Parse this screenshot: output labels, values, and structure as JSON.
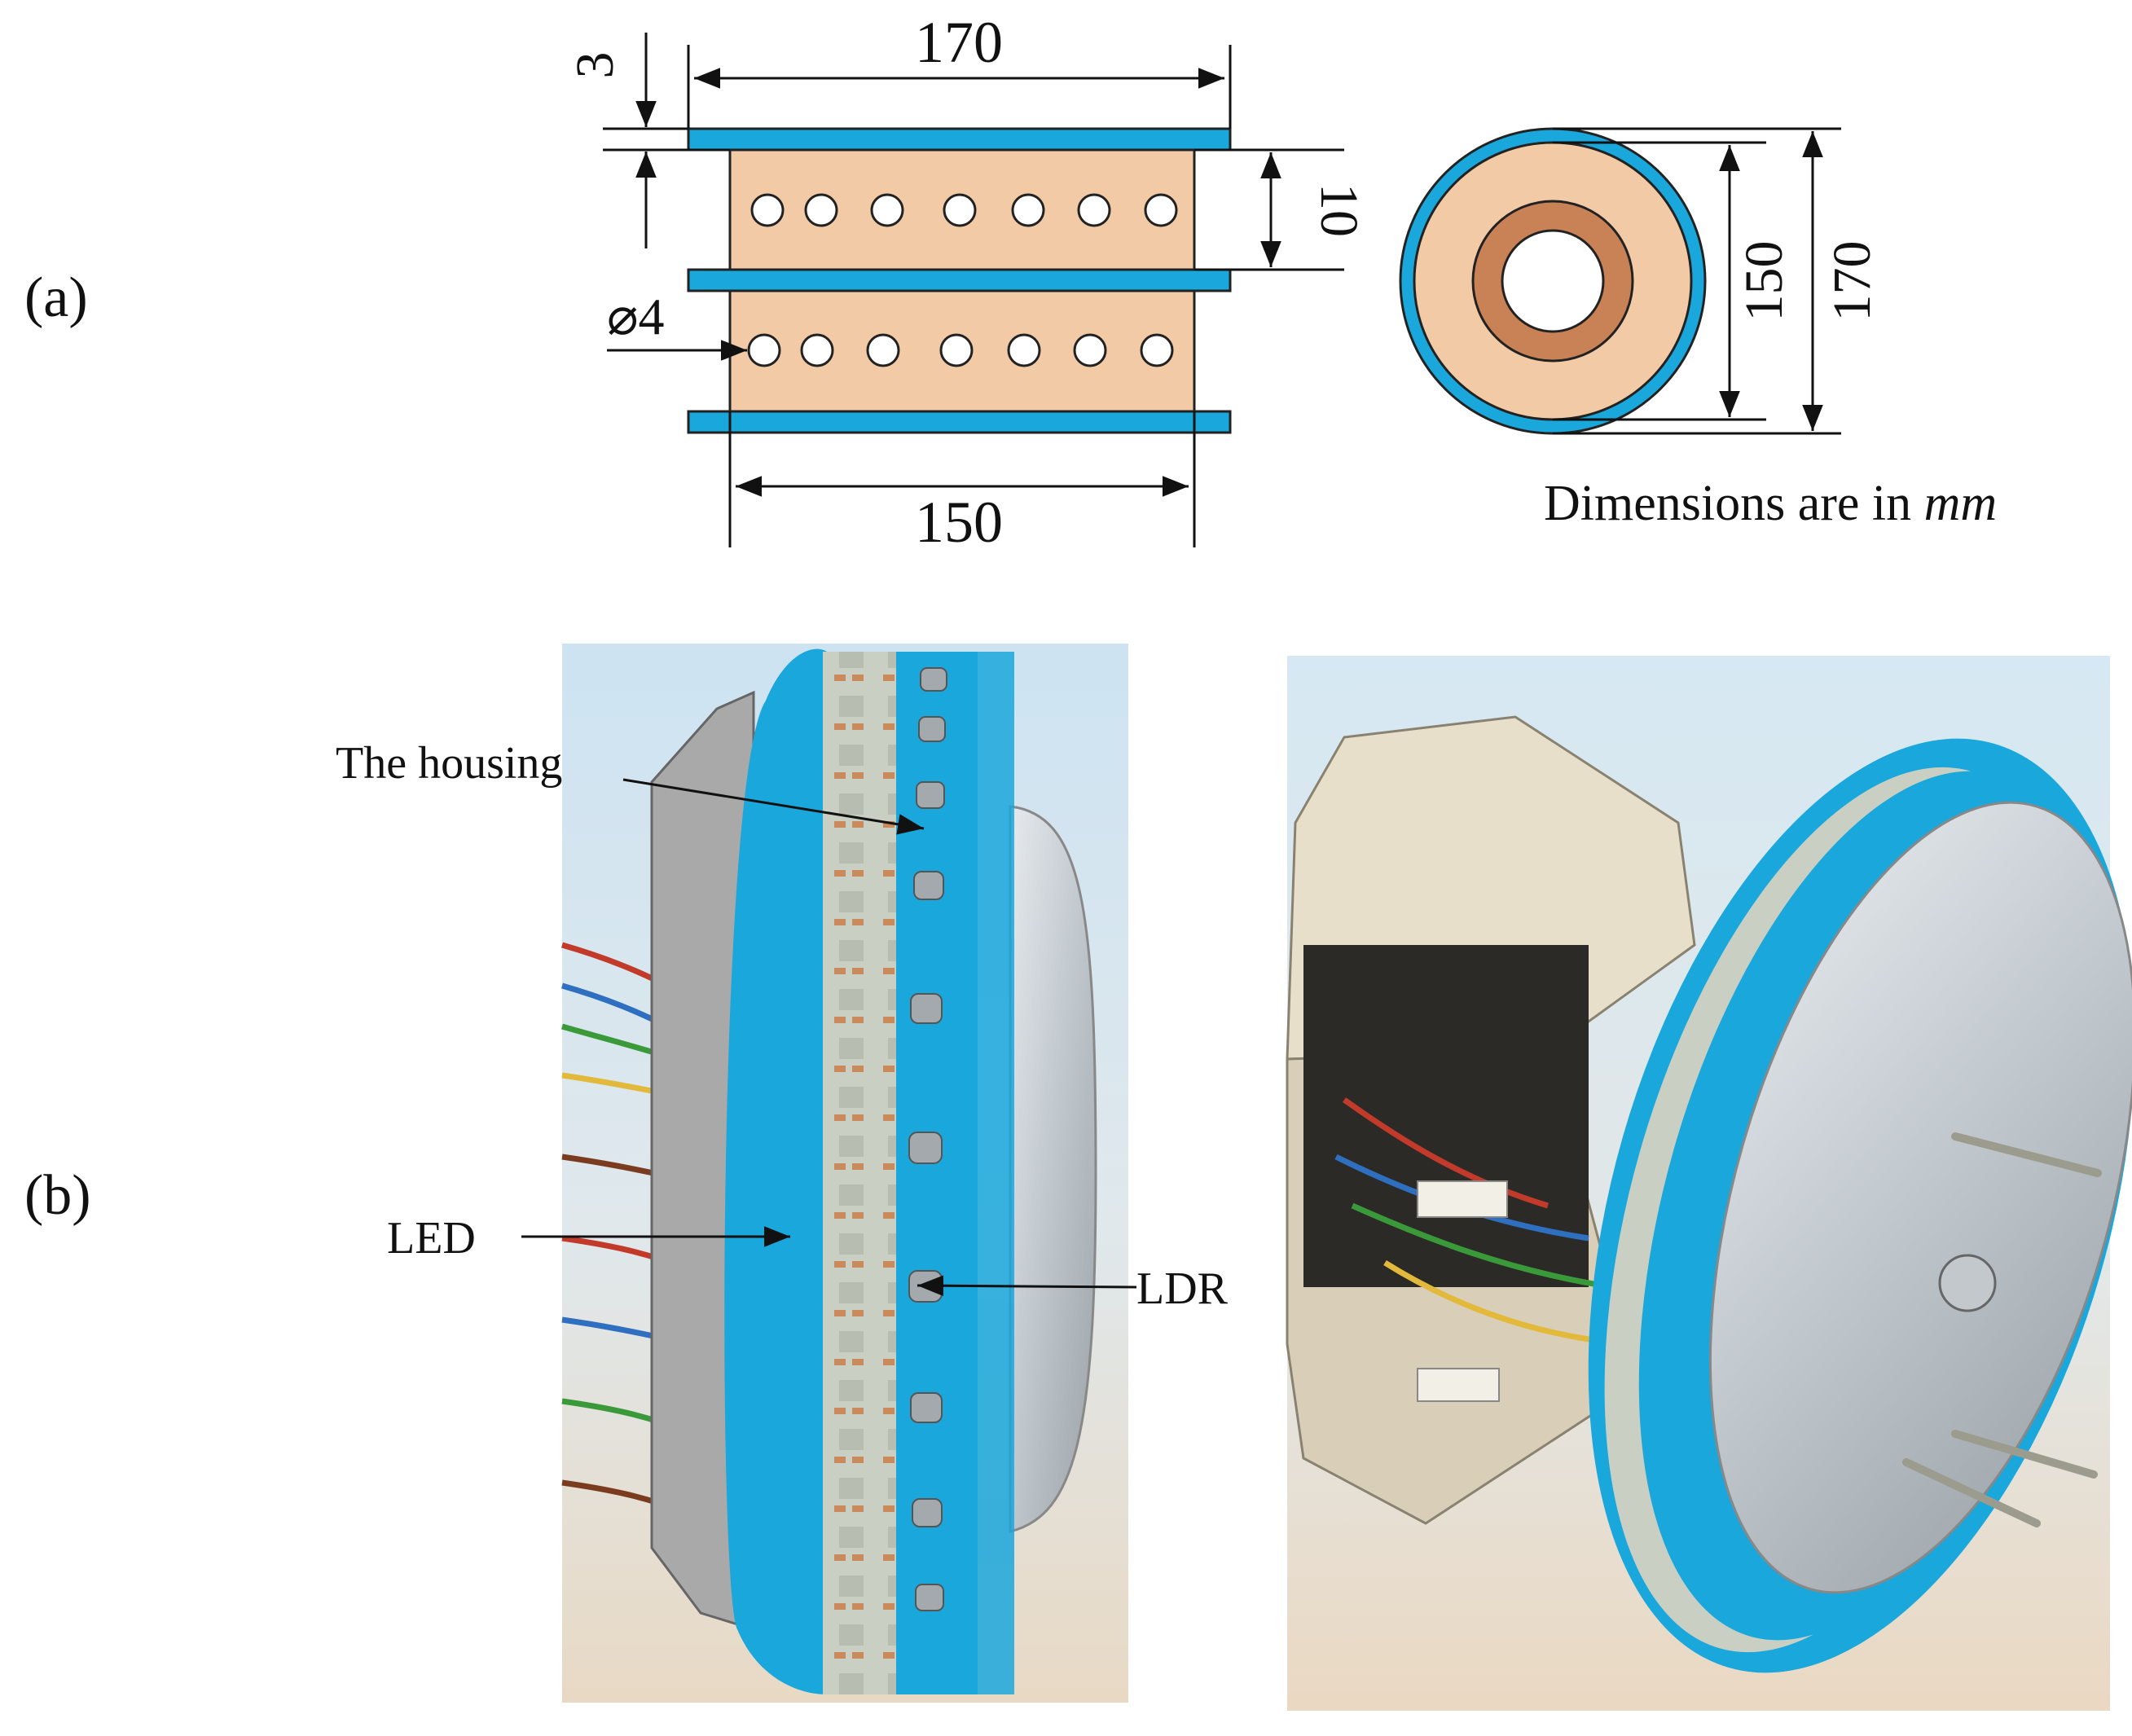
{
  "panel_a": {
    "label": "(a)",
    "dimensions": {
      "top_thickness": "3",
      "outer_width": "170",
      "row_height": "10",
      "hole_diameter": "⌀4",
      "inner_width": "150",
      "inner_diameter": "150",
      "outer_diameter": "170"
    },
    "units_note_prefix": "Dimensions are in ",
    "units_note_unit": "mm"
  },
  "panel_b": {
    "label": "(b)",
    "annotations": {
      "housing": "The housing",
      "led": "LED",
      "ldr": "LDR"
    }
  },
  "colors": {
    "housing_blue": "#1aa7dc",
    "body_peach": "#f2caa6",
    "inner_ring_brown": "#c98255",
    "ink": "#111111"
  }
}
